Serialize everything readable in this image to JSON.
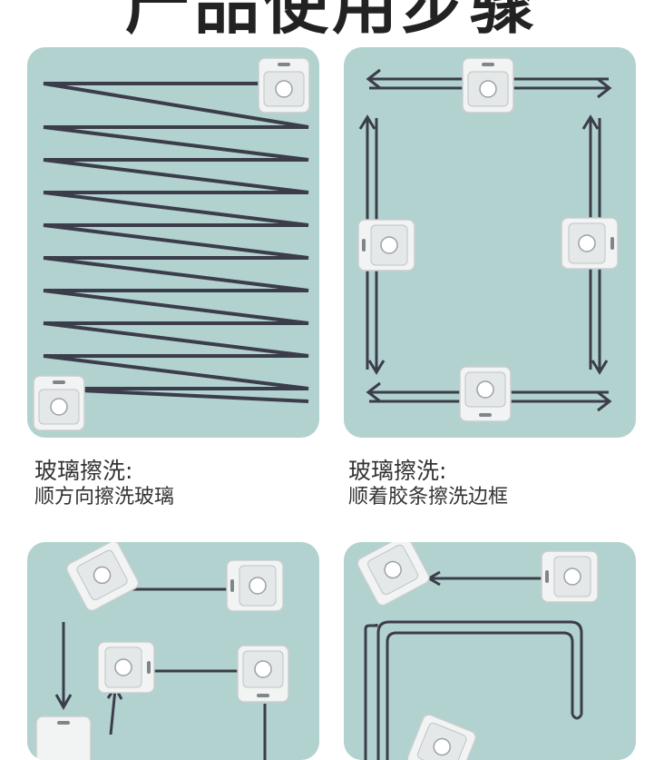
{
  "header": {
    "title": "产品使用步骤"
  },
  "colors": {
    "panel_bg": "#b2d2cf",
    "path_line": "#3b3d4a",
    "robot_body": "#f2f3f3"
  },
  "steps": [
    {
      "title": "玻璃擦洗:",
      "desc": "顺方向擦洗玻璃"
    },
    {
      "title": "玻璃擦洗:",
      "desc": "顺着胶条擦洗边框"
    },
    {
      "title": "",
      "desc": ""
    },
    {
      "title": "",
      "desc": ""
    }
  ]
}
